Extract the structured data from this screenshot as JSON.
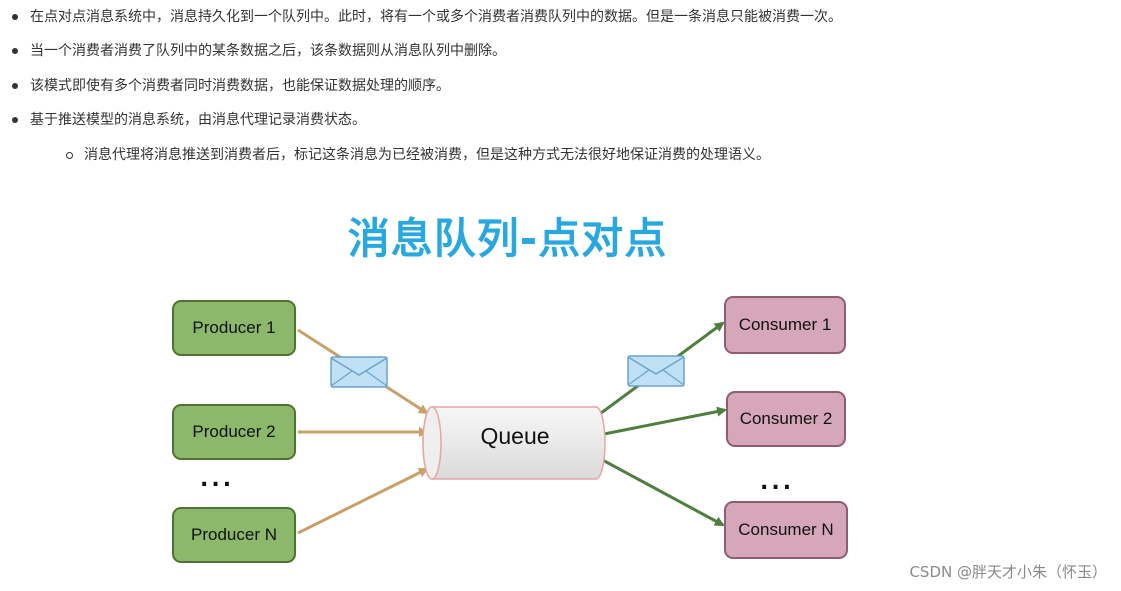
{
  "bullets": [
    {
      "text": "在点对点消息系统中，消息持久化到一个队列中。此时，将有一个或多个消费者消费队列中的数据。但是一条消息只能被消费一次。",
      "level": 1
    },
    {
      "text": "当一个消费者消费了队列中的某条数据之后，该条数据则从消息队列中删除。",
      "level": 1
    },
    {
      "text": "该模式即使有多个消费者同时消费数据，也能保证数据处理的顺序。",
      "level": 1
    },
    {
      "text": "基于推送模型的消息系统，由消息代理记录消费状态。",
      "level": 1
    },
    {
      "text": "消息代理将消息推送到消费者后，标记这条消息为已经被消费，但是这种方式无法很好地保证消费的处理语义。",
      "level": 2
    }
  ],
  "diagram": {
    "title": "消息队列-点对点",
    "producers": [
      "Producer 1",
      "Producer 2",
      "Producer N"
    ],
    "producers_ellipsis": "...",
    "queue_label": "Queue",
    "consumers": [
      "Consumer 1",
      "Consumer 2",
      "Consumer N"
    ],
    "consumers_ellipsis": "...",
    "colors": {
      "title": "#29a8df",
      "producer_fill": "#8bb86b",
      "producer_border": "#4f7332",
      "consumer_fill": "#d6a6b9",
      "consumer_border": "#8f5d72",
      "producer_arrow": "#c8a06a",
      "consumer_arrow": "#4e7f3e",
      "envelope": "#a9d3ee",
      "queue_border": "#e6a4a4"
    },
    "icons": [
      "envelope-icon",
      "envelope-icon"
    ]
  },
  "footer": {
    "watermark": "CSDN @胖天才小朱（怀玉）"
  }
}
